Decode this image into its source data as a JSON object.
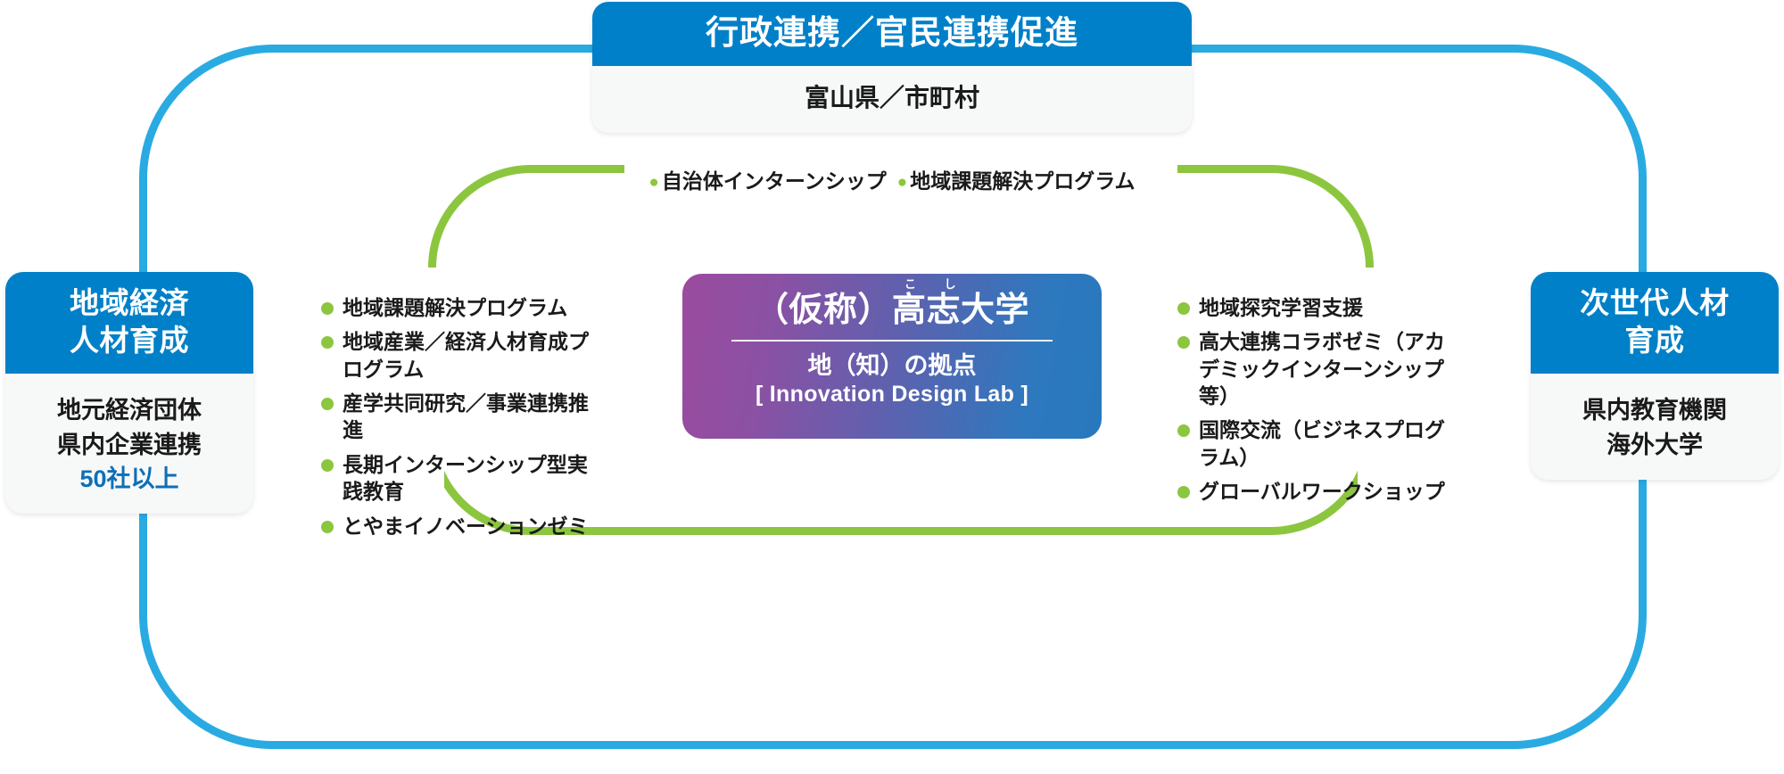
{
  "colors": {
    "frame_blue": "#29ABE2",
    "frame_green": "#8CC63F",
    "card_header_blue": "#0080C8",
    "accent_blue": "#0D6FB8",
    "hub_gradient_start": "#9B4B9E",
    "hub_gradient_end": "#2878BD",
    "bullet_green": "#8CC63F"
  },
  "top_card": {
    "title": "行政連携／官民連携促進",
    "body": "富山県／市町村"
  },
  "top_bullets": [
    "自治体インターンシップ",
    "地域課題解決プログラム"
  ],
  "left_card": {
    "title_line1": "地域経済",
    "title_line2": "人材育成",
    "body_line1": "地元経済団体",
    "body_line2": "県内企業連携",
    "body_line3": "50社以上"
  },
  "right_card": {
    "title_line1": "次世代人材",
    "title_line2": "育成",
    "body_line1": "県内教育機関",
    "body_line2": "海外大学"
  },
  "left_bullets": [
    "地域課題解決プログラム",
    "地域産業／経済人材育成プログラム",
    "産学共同研究／事業連携推進",
    "長期インターンシップ型実践教育",
    "とやまイノベーションゼミ"
  ],
  "right_bullets": [
    "地域探究学習支援",
    "高大連携コラボゼミ（アカデミックインターンシップ等）",
    "国際交流（ビジネスプログラム）",
    "グローバルワークショップ"
  ],
  "hub": {
    "ruby": "こ し",
    "title": "（仮称）高志大学",
    "title_prefix": "（仮称）",
    "title_ruby_base": "高志",
    "title_suffix": "大学",
    "subtitle_jp": "地（知）の拠点",
    "subtitle_en": "[ Innovation Design Lab ]"
  }
}
